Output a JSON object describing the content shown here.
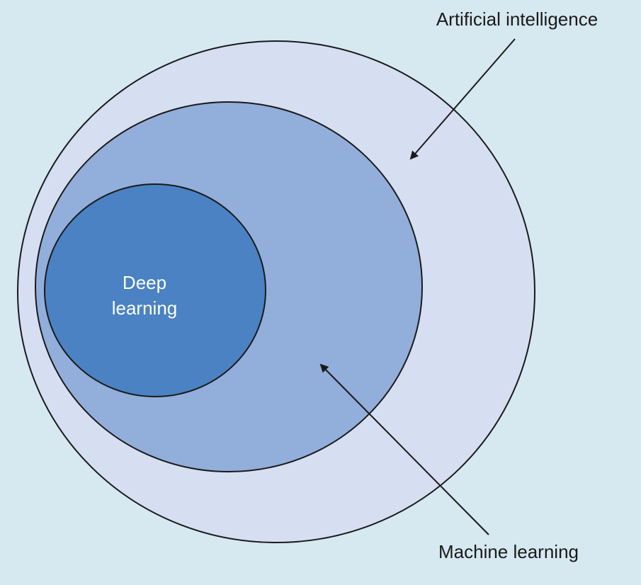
{
  "diagram": {
    "colors": {
      "background": "#d6e8f0",
      "ai_fill": "#d6dff1",
      "ml_fill": "#92aedb",
      "dl_fill": "#4a82c3",
      "outline": "#1a1a1a",
      "label_dark": "#1a1a1a",
      "label_light": "#ffffff"
    },
    "regions": {
      "artificial_intelligence": {
        "label": "Artificial intelligence"
      },
      "machine_learning": {
        "label": "Machine learning"
      },
      "deep_learning": {
        "label_line1": "Deep",
        "label_line2": "learning"
      }
    }
  }
}
